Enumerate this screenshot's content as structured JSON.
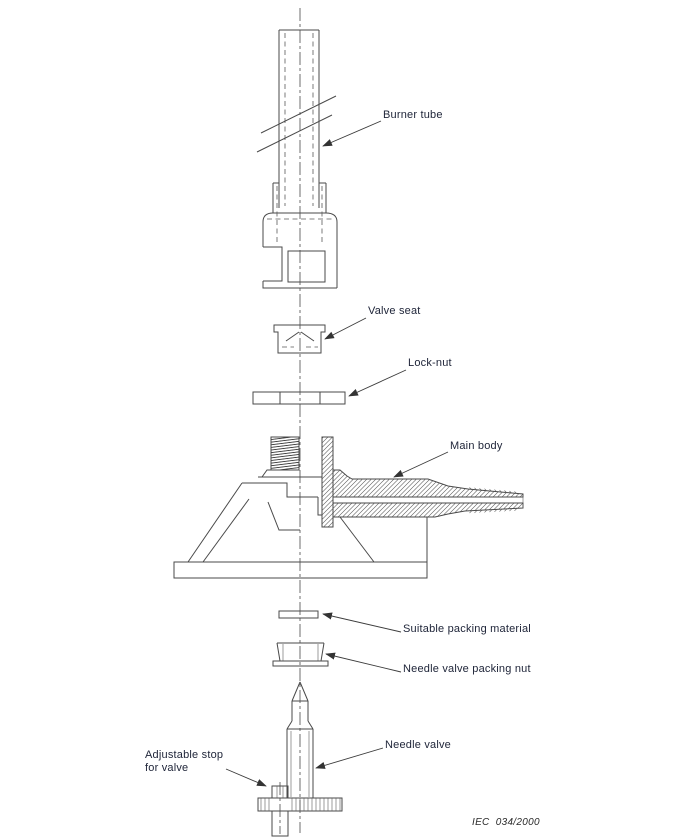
{
  "figure": {
    "background": "#ffffff",
    "line_color": "#4a4a4a",
    "label_color": "#20263a",
    "labels": {
      "burner_tube": "Burner tube",
      "valve_seat": "Valve seat",
      "lock_nut": "Lock-nut",
      "main_body": "Main body",
      "packing_material": "Suitable packing material",
      "packing_nut": "Needle valve packing nut",
      "needle_valve": "Needle valve",
      "adjustable_stop_line1": "Adjustable stop",
      "adjustable_stop_line2": "for valve"
    },
    "reference": "IEC  034/2000"
  }
}
